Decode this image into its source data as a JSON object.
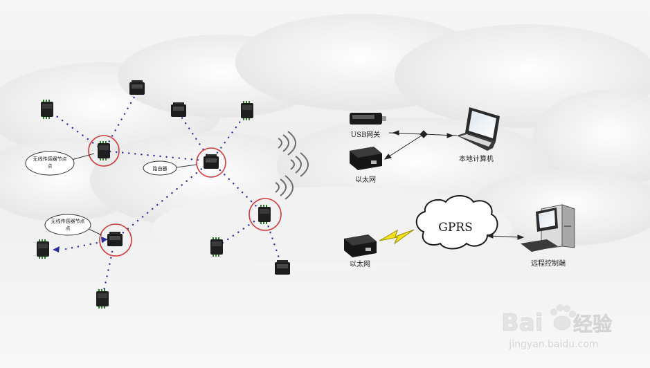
{
  "labels": {
    "wireless_node_1": "无线传感器节点",
    "router": "路由器",
    "wireless_node_2": "无线传感器节点",
    "usb_gateway": "USB网关",
    "ethernet_top": "以太网",
    "local_computer": "本地计算机",
    "gprs": "GPRS",
    "ethernet_bottom": "以太网",
    "remote_control": "远程控制端"
  },
  "watermark": {
    "brand_left": "Bai",
    "brand_right": "经验",
    "url": "jingyan.baidu.com"
  },
  "colors": {
    "link_dots": "#2b2fa0",
    "highlight_ring": "#d23b3b",
    "bolt": "#f2e21a",
    "device_dark": "#1c1c1c",
    "watermark": "#dcdcdc"
  }
}
